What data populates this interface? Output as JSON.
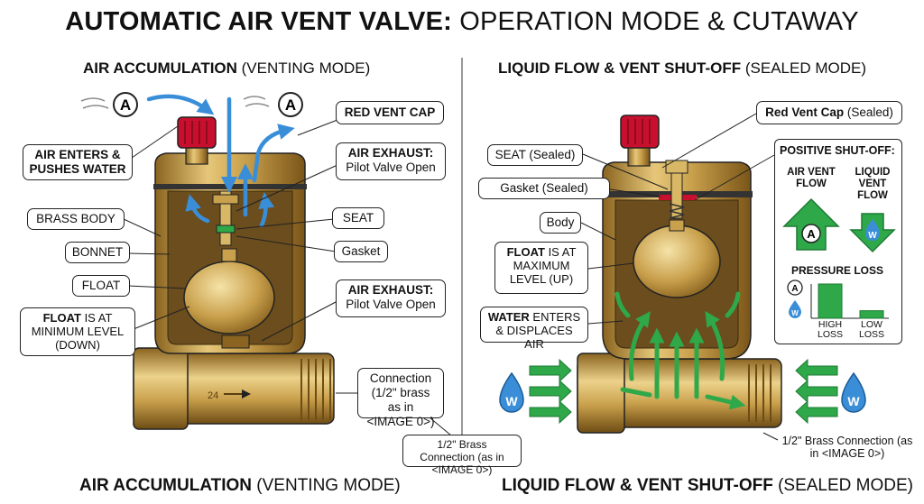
{
  "title": {
    "bold": "AUTOMATIC AIR VENT VALVE:",
    "rest": " OPERATION MODE & CUTAWAY"
  },
  "left": {
    "heading_bold": "AIR ACCUMULATION",
    "heading_rest": " (VENTING MODE)",
    "footer_bold": "AIR ACCUMULATION",
    "footer_rest": " (VENTING MODE)",
    "labels": {
      "air_enters": "AIR ENTERS & PUSHES WATER",
      "brass_body": "BRASS BODY",
      "bonnet": "BONNET",
      "float": "FLOAT",
      "float_level_bold": "FLOAT",
      "float_level_rest": " IS AT MINIMUM LEVEL (DOWN)",
      "red_vent_cap": "RED VENT CAP",
      "air_exhaust_1_bold": "AIR EXHAUST:",
      "air_exhaust_1_rest": "Pilot Valve Open",
      "seat": "SEAT",
      "gasket": "Gasket",
      "air_exhaust_2_bold": "AIR EXHAUST:",
      "air_exhaust_2_rest": "Pilot Valve Open",
      "connection": "Connection (1/2\" brass as in <IMAGE 0>)",
      "body_mark": "24",
      "badge": "A"
    }
  },
  "middle": {
    "brass_connection": "1/2\" Brass Connection (as in <IMAGE 0>)"
  },
  "right": {
    "heading_bold": "LIQUID FLOW & VENT SHUT-OFF",
    "heading_rest": " (SEALED MODE)",
    "footer_bold": "LIQUID FLOW & VENT SHUT-OFF",
    "footer_rest": " (SEALED MODE)",
    "labels": {
      "red_vent_cap_bold": "Red Vent Cap",
      "red_vent_cap_rest": " (Sealed)",
      "seat": "SEAT (Sealed)",
      "gasket": "Gasket (Sealed)",
      "body": "Body",
      "float_bold": "FLOAT",
      "float_rest": " IS AT MAXIMUM LEVEL (UP)",
      "water_bold": "WATER",
      "water_rest": " ENTERS & DISPLACES AIR",
      "brass_connection": "1/2\" Brass Connection (as in <IMAGE 0>)",
      "badge": "W"
    },
    "inset": {
      "title": "POSITIVE SHUT-OFF:",
      "air_vent_flow": "AIR VENT FLOW",
      "liquid_vent_flow": "LIQUID VENT FLOW",
      "pressure_loss": "PRESSURE LOSS",
      "high_loss": "HIGH LOSS",
      "low_loss": "LOW LOSS",
      "badge_a": "A",
      "badge_w": "W",
      "bars": [
        {
          "name": "HIGH LOSS",
          "level": 1.0
        },
        {
          "name": "LOW LOSS",
          "level": 0.22
        }
      ]
    }
  },
  "colors": {
    "brass": "#c9a04c",
    "brass_dark": "#8a6420",
    "brass_light": "#ecd28a",
    "red": "#c8102e",
    "blue": "#3a8ed8",
    "green": "#2fa84a",
    "outline": "#222222"
  }
}
